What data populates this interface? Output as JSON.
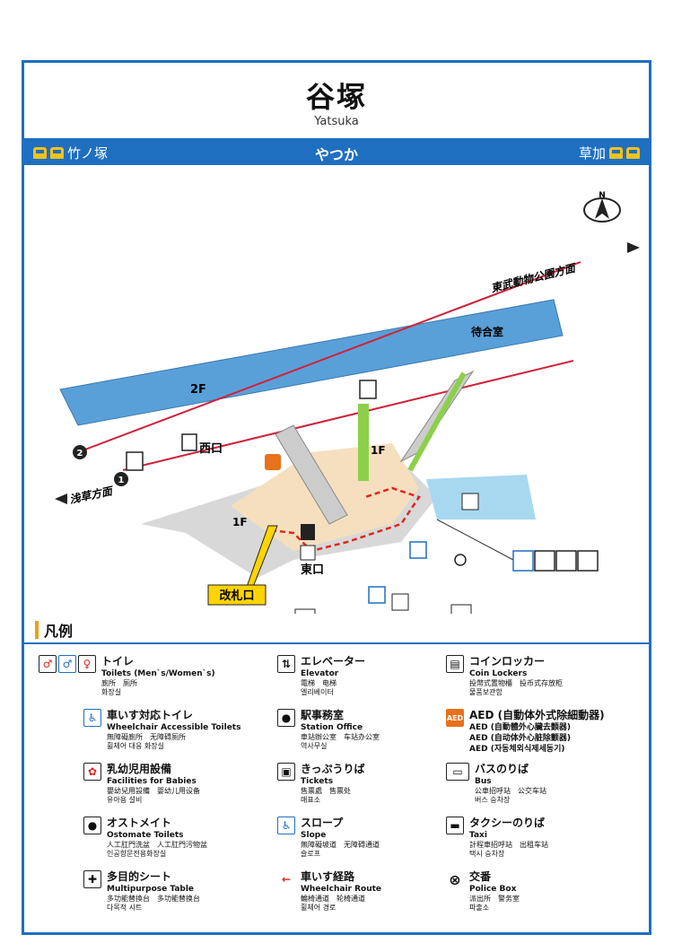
{
  "station": {
    "name_ja": "谷塚",
    "name_en": "Yatsuka",
    "name_kana": "やつか"
  },
  "directions": {
    "left": "竹ノ塚",
    "right": "草加"
  },
  "map": {
    "line_tobu": "東武動物公園方面",
    "line_asakusa": "浅草方面",
    "track_1": "1",
    "track_2": "2",
    "floor_2f": "2F",
    "floor_1f_a": "1F",
    "floor_1f_b": "1F",
    "west_exit": "西口",
    "east_exit": "東口",
    "waiting_room": "待合室",
    "gate": "改札口",
    "compass": "N"
  },
  "legend": {
    "heading": "凡例",
    "items": [
      {
        "name": "トイレ",
        "en": "Toilets (Men`s/Women`s)",
        "l1": "廁所　厕所",
        "l2": "화장실",
        "icon": "toilet-icon"
      },
      {
        "name": "車いす対応トイレ",
        "en": "Wheelchair Accessible Toilets",
        "l1": "無障礙廁所　无障碍厕所",
        "l2": "휠체어 대응 화장실",
        "icon": "wheelchair-toilet-icon"
      },
      {
        "name": "乳幼児用設備",
        "en": "Facilities for Babies",
        "l1": "嬰幼兒用設備　婴幼儿用设备",
        "l2": "유아용 설비",
        "icon": "baby-facilities-icon"
      },
      {
        "name": "オストメイト",
        "en": "Ostomate Toilets",
        "l1": "人工肛門洗盆　人工肛門污物盆",
        "l2": "인공항문전용화장실",
        "icon": "ostomate-icon"
      },
      {
        "name": "多目的シート",
        "en": "Multipurpose Table",
        "l1": "多功能替換台　多功能替换台",
        "l2": "다목적 시트",
        "icon": "multipurpose-table-icon"
      },
      {
        "name": "エレベーター",
        "en": "Elevator",
        "l1": "電梯　电梯",
        "l2": "엘리베이터",
        "icon": "elevator-icon"
      },
      {
        "name": "駅事務室",
        "en": "Station Office",
        "l1": "車站辦公室　车站办公室",
        "l2": "역사무실",
        "icon": "station-office-icon"
      },
      {
        "name": "きっぷうりば",
        "en": "Tickets",
        "l1": "售票處　售票处",
        "l2": "매표소",
        "icon": "tickets-icon"
      },
      {
        "name": "スロープ",
        "en": "Slope",
        "l1": "無障礙坡道　无障碍通道",
        "l2": "슬로프",
        "icon": "slope-icon"
      },
      {
        "name": "車いす経路",
        "en": "Wheelchair Route",
        "l1": "輪椅通道　轮椅通道",
        "l2": "휠체어 경로",
        "icon": "wheelchair-route-icon"
      },
      {
        "name": "コインロッカー",
        "en": "Coin Lockers",
        "l1": "投幣式置物櫃　投币式存放柜",
        "l2": "물품보관함",
        "icon": "coin-locker-icon"
      },
      {
        "name": "AED (自動体外式除細動器)",
        "en": "AED (自動體外心臟去顫器)",
        "l1": "AED (自动体外心脏除颤器)",
        "l2": "AED (자동체외식제세동기)",
        "icon": "aed-icon"
      },
      {
        "name": "バスのりば",
        "en": "Bus",
        "l1": "公車招呼站　公交车站",
        "l2": "버스 승차장",
        "icon": "bus-icon"
      },
      {
        "name": "タクシーのりば",
        "en": "Taxi",
        "l1": "計程車招呼站　出租车站",
        "l2": "택시 승차장",
        "icon": "taxi-icon"
      },
      {
        "name": "交番",
        "en": "Police Box",
        "l1": "派出所　警务室",
        "l2": "파출소",
        "icon": "police-box-icon"
      }
    ]
  }
}
